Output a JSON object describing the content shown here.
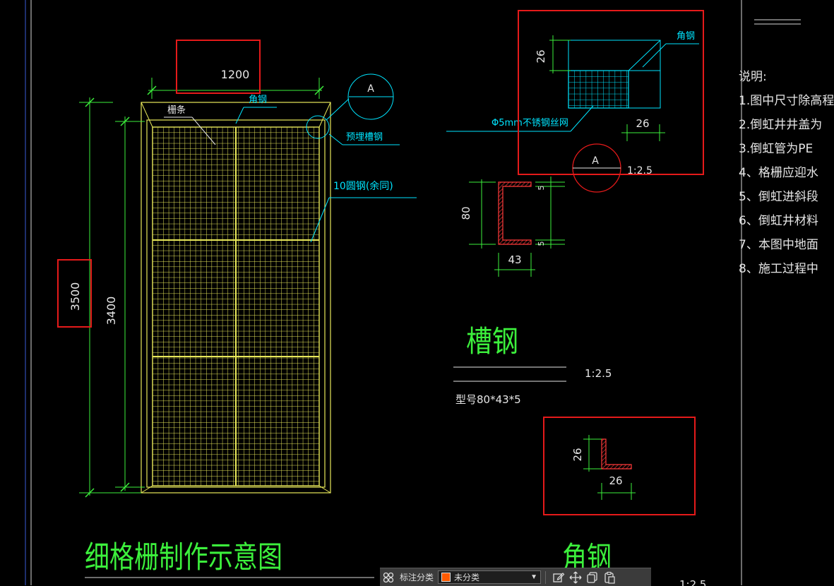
{
  "drawing": {
    "title_main": "细格栅制作示意图",
    "dim_width": "1200",
    "dim_height_outer": "3500",
    "dim_height_inner": "3400",
    "label_bar": "栅条",
    "label_angle": "角钢",
    "label_embedded_channel": "预埋槽钢",
    "label_round_steel": "10圆钢(余同)",
    "detail_marker": "A"
  },
  "detail_a": {
    "label_angle": "角钢",
    "dim_vertical": "26",
    "dim_horizontal": "26",
    "label_mesh": "Φ5mm不锈钢丝网",
    "marker": "A",
    "scale": "1:2.5"
  },
  "channel": {
    "title": "槽钢",
    "dim_height": "80",
    "dim_width": "43",
    "dim_flange_top": "5",
    "dim_flange_bottom": "5",
    "scale": "1:2.5",
    "model": "型号80*43*5"
  },
  "angle": {
    "title": "角钢",
    "dim_vertical": "26",
    "dim_horizontal": "26",
    "scale": "1:2.5"
  },
  "notes": {
    "heading": "说明:",
    "items": [
      "1.图中尺寸除高程",
      "2.倒虹井井盖为",
      "3.倒虹管为PE",
      "4、格栅应迎水",
      "5、倒虹进斜段",
      "6、倒虹井材料",
      "7、本图中地面",
      "8、施工过程中"
    ]
  },
  "toolbar": {
    "label": "标注分类",
    "selected": "未分类",
    "icons": [
      "grid-icon",
      "edit-icon",
      "move-icon",
      "copy-icon",
      "paste-icon"
    ]
  },
  "colors": {
    "background": "#000000",
    "grid_yellow": "#e8e85a",
    "dimension_green": "#3cf03c",
    "annotation_cyan": "#00e5ff",
    "highlight_red": "#e51a1a",
    "hatch_red": "#ff3a3a"
  }
}
